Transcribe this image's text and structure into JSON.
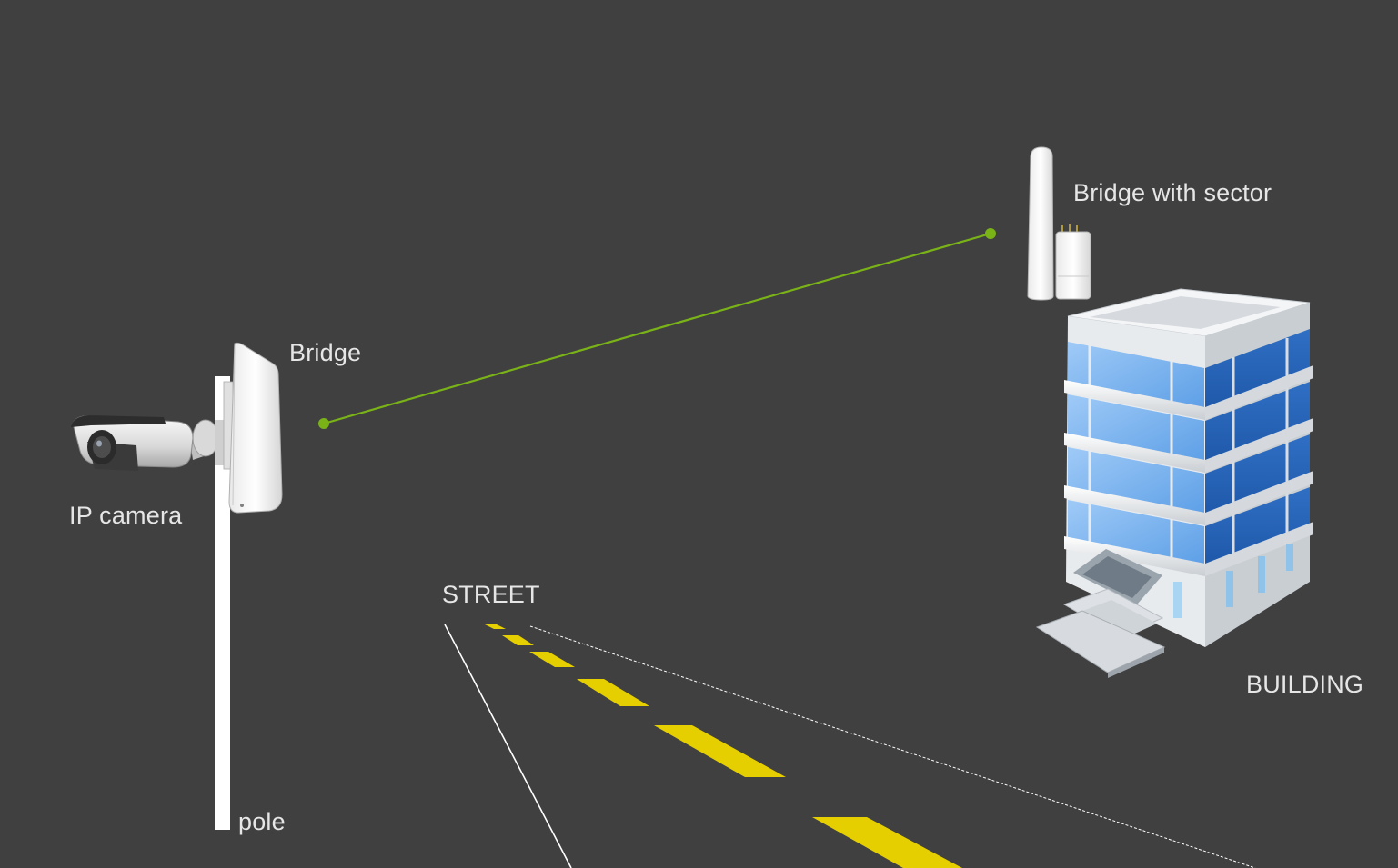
{
  "labels": {
    "bridge": "Bridge",
    "bridge_sector": "Bridge with sector",
    "ip_camera": "IP camera",
    "pole": "pole",
    "street": "STREET",
    "building": "BUILDING"
  },
  "colors": {
    "background": "#404040",
    "link_line": "#7ab317",
    "road_marking": "#e6cf00",
    "label_text": "#e6e6e6",
    "pole": "#ffffff",
    "glass": "#4a90e2"
  },
  "icons": [
    "ip-camera-icon",
    "bridge-antenna-icon",
    "sector-antenna-icon",
    "office-building-icon"
  ]
}
